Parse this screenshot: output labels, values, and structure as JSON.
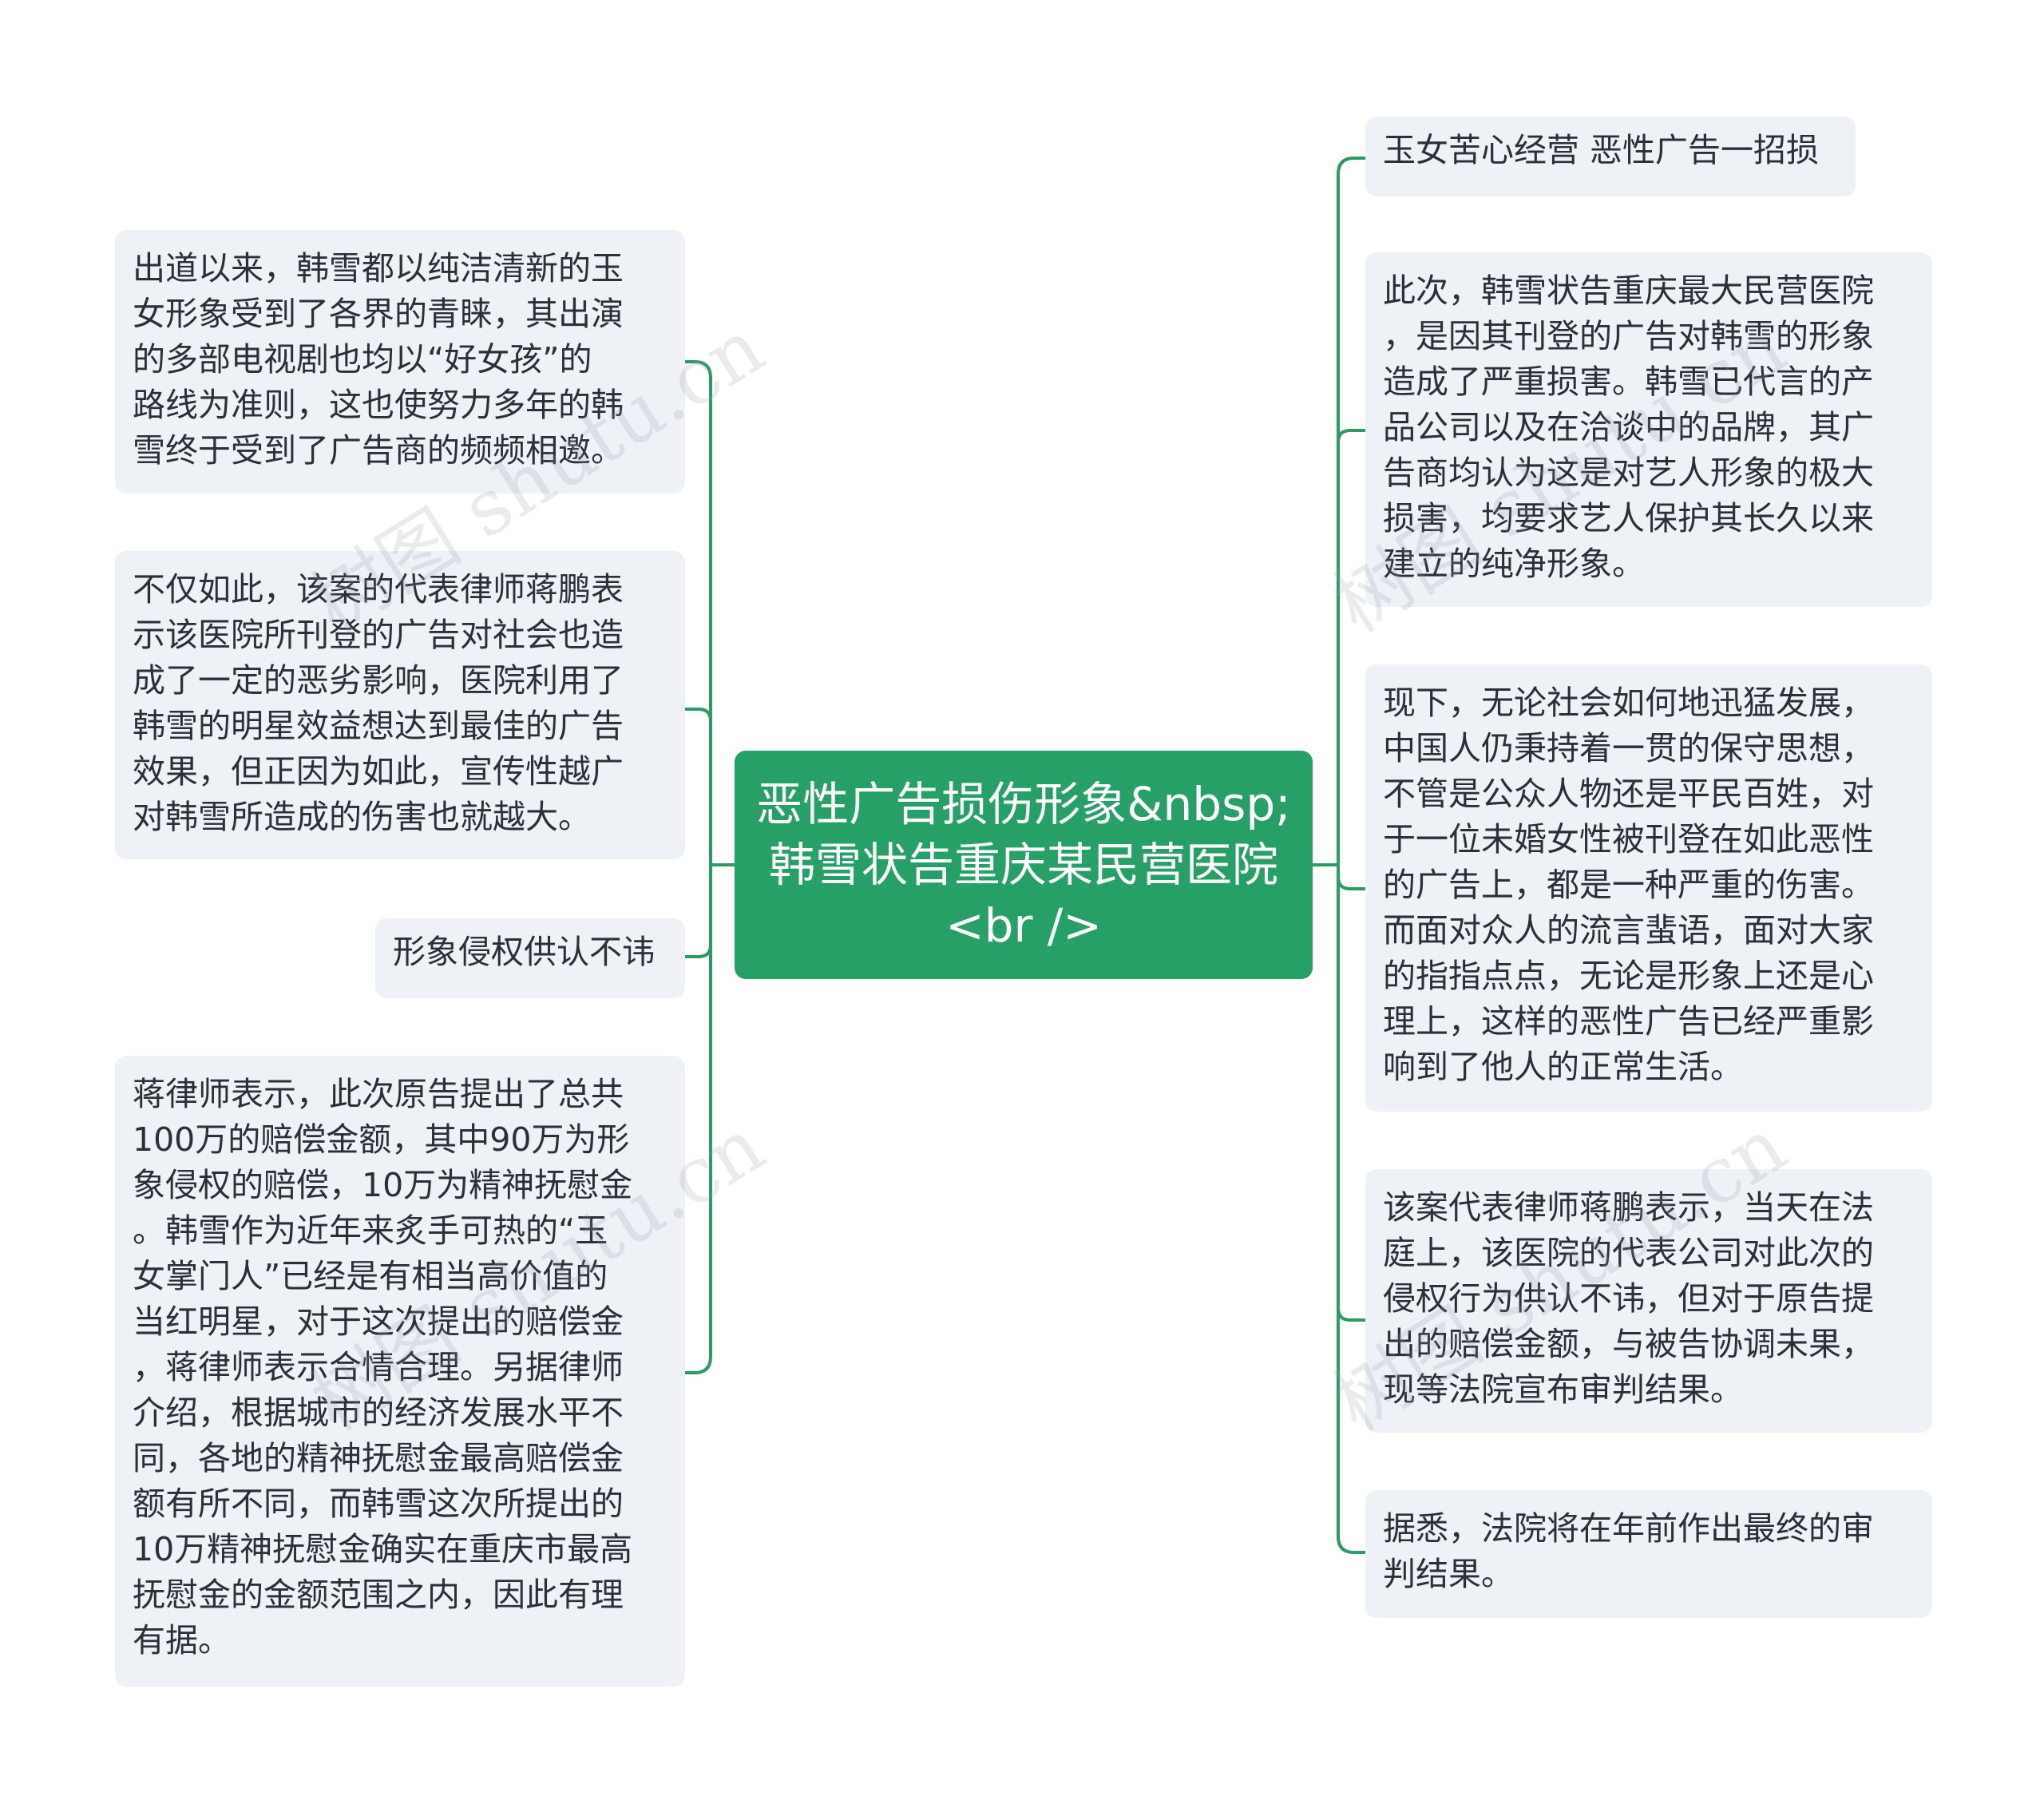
{
  "center": {
    "text": "恶性广告损伤形象&nbsp;\n韩雪状告重庆某民营医院\n<br />"
  },
  "left_nodes": [
    {
      "text": "出道以来，韩雪都以纯洁清新的玉\n女形象受到了各界的青睐，其出演\n的多部电视剧也均以“好女孩”的\n路线为准则，这也使努力多年的韩\n雪终于受到了广告商的频频相邀。"
    },
    {
      "text": "不仅如此，该案的代表律师蒋鹏表\n示该医院所刊登的广告对社会也造\n成了一定的恶劣影响，医院利用了\n韩雪的明星效益想达到最佳的广告\n效果，但正因为如此，宣传性越广\n对韩雪所造成的伤害也就越大。"
    },
    {
      "text": "形象侵权供认不讳"
    },
    {
      "text": "蒋律师表示，此次原告提出了总共\n100万的赔偿金额，其中90万为形\n象侵权的赔偿，10万为精神抚慰金\n。韩雪作为近年来炙手可热的“玉\n女掌门人”已经是有相当高价值的\n当红明星，对于这次提出的赔偿金\n，蒋律师表示合情合理。另据律师\n介绍，根据城市的经济发展水平不\n同，各地的精神抚慰金最高赔偿金\n额有所不同，而韩雪这次所提出的\n10万精神抚慰金确实在重庆市最高\n抚慰金的金额范围之内，因此有理\n有据。"
    }
  ],
  "right_nodes": [
    {
      "text": "玉女苦心经营 恶性广告一招损"
    },
    {
      "text": "此次，韩雪状告重庆最大民营医院\n，是因其刊登的广告对韩雪的形象\n造成了严重损害。韩雪已代言的产\n品公司以及在洽谈中的品牌，其广\n告商均认为这是对艺人形象的极大\n损害，均要求艺人保护其长久以来\n建立的纯净形象。"
    },
    {
      "text": "现下，无论社会如何地迅猛发展，\n中国人仍秉持着一贯的保守思想，\n不管是公众人物还是平民百姓，对\n于一位未婚女性被刊登在如此恶性\n的广告上，都是一种严重的伤害。\n而面对众人的流言蜚语，面对大家\n的指指点点，无论是形象上还是心\n理上，这样的恶性广告已经严重影\n响到了他人的正常生活。"
    },
    {
      "text": "该案代表律师蒋鹏表示，当天在法\n庭上，该医院的代表公司对此次的\n侵权行为供认不讳，但对于原告提\n出的赔偿金额，与被告协调未果，\n现等法院宣布审判结果。"
    },
    {
      "text": "据悉，法院将在年前作出最终的审\n判结果。"
    }
  ],
  "watermarks": [
    "树图 shutu.cn",
    "树图 shutu.cn",
    "树图 shutu.cn",
    "树图 shutu.cn"
  ],
  "colors": {
    "center_fill": "#27a067",
    "connector": "#2e9a66",
    "node_fill": "#eef1f5"
  }
}
